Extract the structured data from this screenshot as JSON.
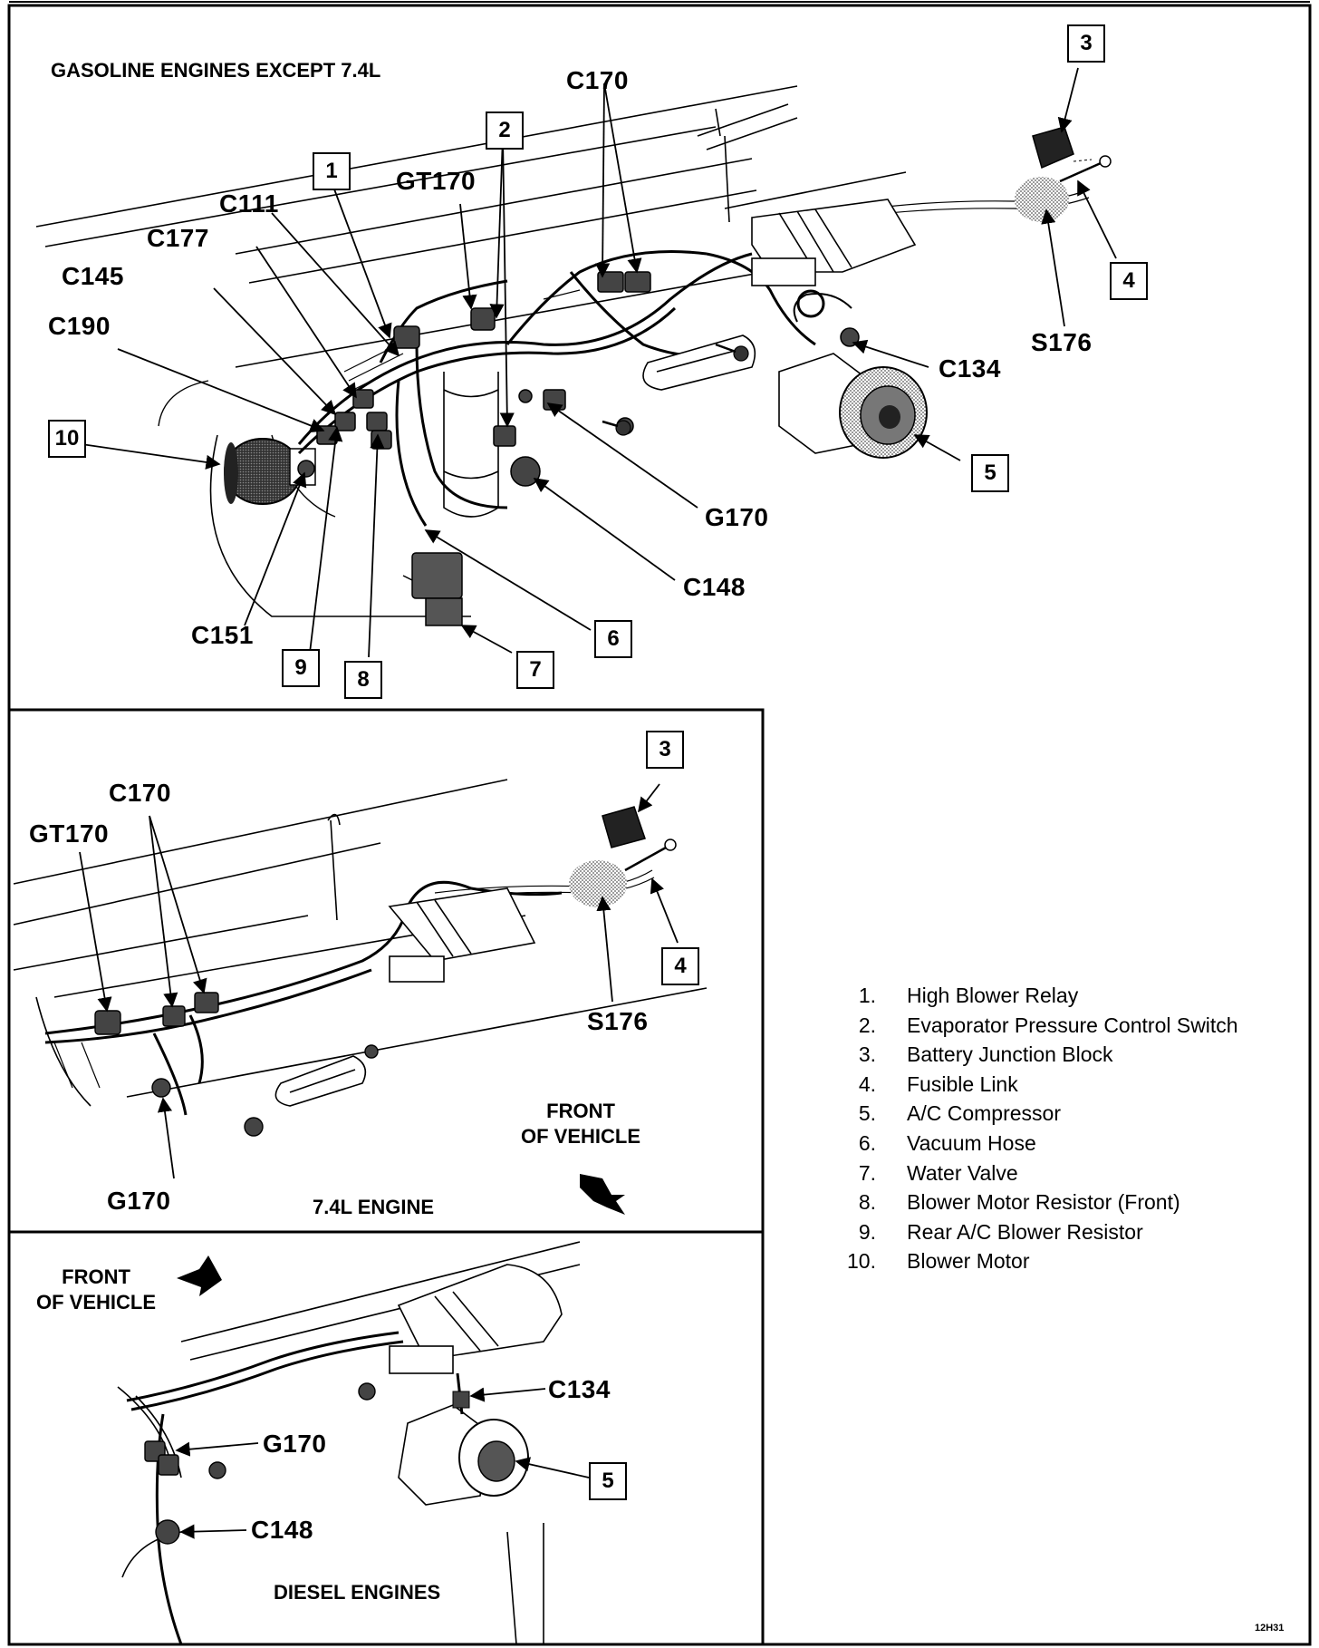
{
  "sections": {
    "gasoline_title": "GASOLINE ENGINES EXCEPT 7.4L",
    "engine74_title": "7.4L ENGINE",
    "diesel_title": "DIESEL ENGINES"
  },
  "labels_main": {
    "c170": "C170",
    "gt170": "GT170",
    "c111": "C111",
    "c177": "C177",
    "c145": "C145",
    "c190": "C190",
    "c134": "C134",
    "s176": "S176",
    "g170": "G170",
    "c148": "C148",
    "c151": "C151"
  },
  "labels_74": {
    "c170": "C170",
    "gt170": "GT170",
    "s176": "S176",
    "g170": "G170"
  },
  "labels_diesel": {
    "c134": "C134",
    "g170": "G170",
    "c148": "C148"
  },
  "front_of_vehicle": {
    "line1": "FRONT",
    "line2": "OF VEHICLE"
  },
  "callouts_main": [
    "1",
    "2",
    "3",
    "4",
    "5",
    "6",
    "7",
    "8",
    "9",
    "10"
  ],
  "callouts_74": [
    "3",
    "4"
  ],
  "callouts_diesel": [
    "5"
  ],
  "legend": [
    {
      "num": "1.",
      "text": "High Blower Relay"
    },
    {
      "num": "2.",
      "text": "Evaporator Pressure Control Switch"
    },
    {
      "num": "3.",
      "text": "Battery Junction Block"
    },
    {
      "num": "4.",
      "text": "Fusible Link"
    },
    {
      "num": "5.",
      "text": "A/C Compressor"
    },
    {
      "num": "6.",
      "text": "Vacuum Hose"
    },
    {
      "num": "7.",
      "text": "Water Valve"
    },
    {
      "num": "8.",
      "text": "Blower Motor Resistor (Front)"
    },
    {
      "num": "9.",
      "text": "Rear A/C Blower Resistor"
    },
    {
      "num": "10.",
      "text": "Blower Motor"
    }
  ],
  "figure_code": "12H31"
}
